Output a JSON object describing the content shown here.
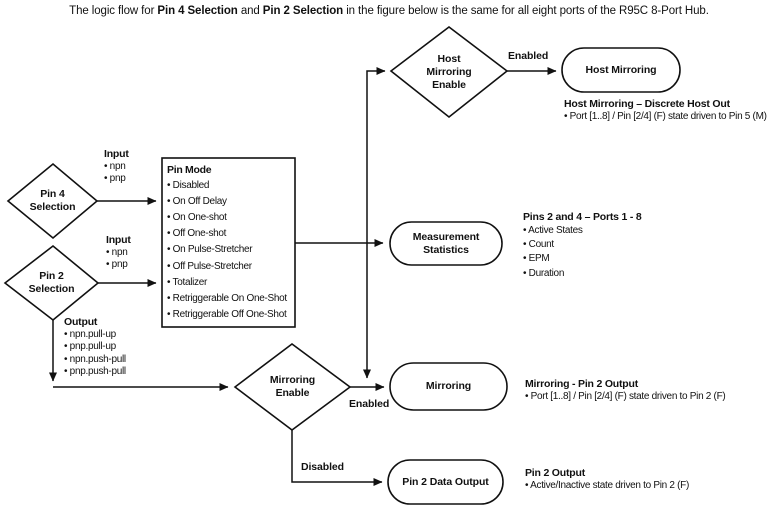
{
  "colors": {
    "ink": "#111111",
    "background": "#ffffff"
  },
  "title": {
    "part1": "The logic flow for ",
    "bold1": "Pin 4 Selection",
    "part2": " and ",
    "bold2": "Pin 2 Selection",
    "part3": " in the figure below is the same for all eight ports of the R95C 8-Port Hub."
  },
  "nodes": {
    "pin4_selection": {
      "line1": "Pin 4",
      "line2": "Selection"
    },
    "pin2_selection": {
      "line1": "Pin 2",
      "line2": "Selection"
    },
    "host_mirroring_enable": {
      "line1": "Host",
      "line2": "Mirroring",
      "line3": "Enable"
    },
    "host_mirroring": {
      "label": "Host Mirroring"
    },
    "measurement_statistics": {
      "line1": "Measurement",
      "line2": "Statistics"
    },
    "mirroring_enable": {
      "line1": "Mirroring",
      "line2": "Enable"
    },
    "mirroring": {
      "label": "Mirroring"
    },
    "pin2_data_output": {
      "label": "Pin 2 Data Output"
    }
  },
  "pin_mode": {
    "header": "Pin Mode",
    "items": [
      "• Disabled",
      "• On Off Delay",
      "• On One-shot",
      "• Off One-shot",
      "• On Pulse-Stretcher",
      "• Off Pulse-Stretcher",
      "• Totalizer",
      "• Retriggerable On One-Shot",
      "• Retriggerable Off One-Shot"
    ]
  },
  "pin4_input": {
    "header": "Input",
    "items": [
      "• npn",
      "• pnp"
    ]
  },
  "pin2_input": {
    "header": "Input",
    "items": [
      "• npn",
      "• pnp"
    ]
  },
  "pin2_output_options": {
    "header": "Output",
    "items": [
      "• npn.pull-up",
      "• pnp.pull-up",
      "• npn.push-pull",
      "• pnp.push-pull"
    ]
  },
  "edge_labels": {
    "host_enabled": "Enabled",
    "mirroring_enabled": "Enabled",
    "mirroring_disabled": "Disabled"
  },
  "notes": {
    "host_mirroring": {
      "header": "Host Mirroring – Discrete Host Out",
      "items": [
        "• Port [1..8] / Pin [2/4] (F) state driven to Pin 5 (M)"
      ]
    },
    "measurement": {
      "header": "Pins 2 and 4 – Ports 1 - 8",
      "items": [
        "• Active States",
        "• Count",
        "• EPM",
        "• Duration"
      ]
    },
    "mirroring": {
      "header": "Mirroring - Pin 2 Output",
      "items": [
        "• Port [1..8] / Pin [2/4] (F) state driven to Pin 2 (F)"
      ]
    },
    "pin2_output": {
      "header": "Pin 2 Output",
      "items": [
        "• Active/Inactive state driven to Pin 2 (F)"
      ]
    }
  }
}
